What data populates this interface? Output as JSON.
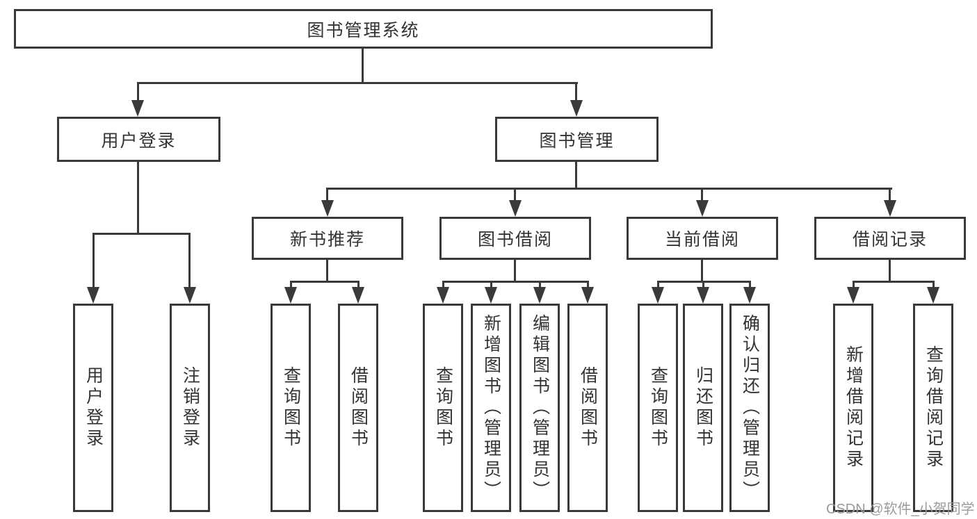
{
  "nodes": {
    "root": "图书管理系统",
    "level2": [
      "用户登录",
      "图书管理"
    ],
    "level3": [
      "新书推荐",
      "图书借阅",
      "当前借阅",
      "借阅记录"
    ],
    "leaves_user": [
      "用户登录",
      "注销登录"
    ],
    "leaves_newbook": [
      "查询图书",
      "借阅图书"
    ],
    "leaves_borrow": [
      "查询图书",
      "新增图书（管理员）",
      "编辑图书（管理员）",
      "借阅图书"
    ],
    "leaves_current": [
      "查询图书",
      "归还图书",
      "确认归还（管理员）"
    ],
    "leaves_records": [
      "新增借阅记录",
      "查询借阅记录"
    ]
  },
  "watermark": "CSDN @软件_小贺同学",
  "colors": {
    "line": "#3a3a3a",
    "text": "#333333",
    "watermark": "#9b9b9b",
    "background": "#ffffff"
  }
}
